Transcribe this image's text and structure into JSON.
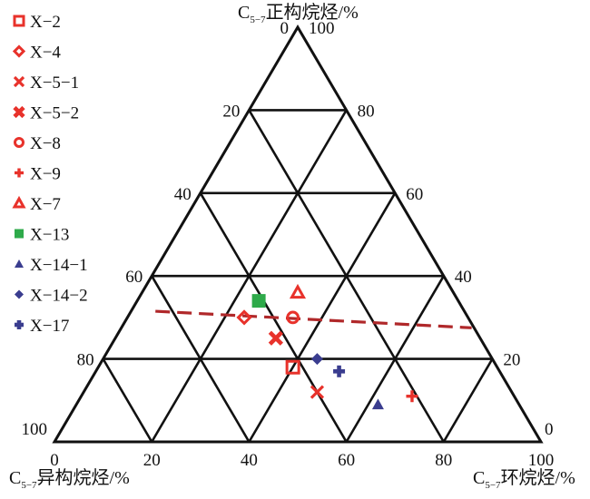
{
  "chart_data": {
    "type": "scatter",
    "subtype": "ternary",
    "grid": true,
    "grid_step": 20,
    "legend_position": "top-left",
    "axes": {
      "top": {
        "label_main": "C",
        "label_sub": "5−7",
        "label_rest": "正构烷烃/%",
        "ticks": [
          "0",
          "20",
          "40",
          "60",
          "80",
          "100"
        ]
      },
      "right": {
        "ticks": [
          "100",
          "80",
          "60",
          "40",
          "20",
          "0"
        ]
      },
      "bottom": {
        "ticks": [
          "0",
          "20",
          "40",
          "60",
          "80",
          "100"
        ]
      },
      "bottom_left_label": {
        "label_main": "C",
        "label_sub": "5−7",
        "label_rest": "异构烷烃/%"
      },
      "bottom_right_label": {
        "label_main": "C",
        "label_sub": "5−7",
        "label_rest": "环烷烃/%"
      }
    },
    "series": [
      {
        "name": "X−2",
        "marker": "square-open",
        "color": "#e8322b",
        "normal": 18,
        "cyclo": 40
      },
      {
        "name": "X−4",
        "marker": "diamond-open",
        "color": "#e8322b",
        "normal": 30,
        "cyclo": 24
      },
      {
        "name": "X−5−1",
        "marker": "x",
        "color": "#e8322b",
        "normal": 12,
        "cyclo": 48
      },
      {
        "name": "X−5−2",
        "marker": "x-bold",
        "color": "#e8322b",
        "normal": 25,
        "cyclo": 33
      },
      {
        "name": "X−8",
        "marker": "circle-open",
        "color": "#e8322b",
        "normal": 30,
        "cyclo": 34
      },
      {
        "name": "X−9",
        "marker": "plus",
        "color": "#e8322b",
        "normal": 11,
        "cyclo": 68
      },
      {
        "name": "X−7",
        "marker": "triangle-open",
        "color": "#e8322b",
        "normal": 36,
        "cyclo": 32
      },
      {
        "name": "X−13",
        "marker": "square-filled",
        "color": "#2eaa4a",
        "normal": 34,
        "cyclo": 25
      },
      {
        "name": "X−14−1",
        "marker": "triangle-filled",
        "color": "#3a3d8f",
        "normal": 9,
        "cyclo": 62
      },
      {
        "name": "X−14−2",
        "marker": "diamond-filled",
        "color": "#3a3d8f",
        "normal": 20,
        "cyclo": 44
      },
      {
        "name": "X−17",
        "marker": "plus-bold",
        "color": "#3a3d8f",
        "normal": 17,
        "cyclo": 50
      }
    ],
    "reference_line": {
      "style": "dashed",
      "color": "#b0282a",
      "points": [
        [
          31.5,
          5
        ],
        [
          27.5,
          72
        ]
      ]
    }
  }
}
